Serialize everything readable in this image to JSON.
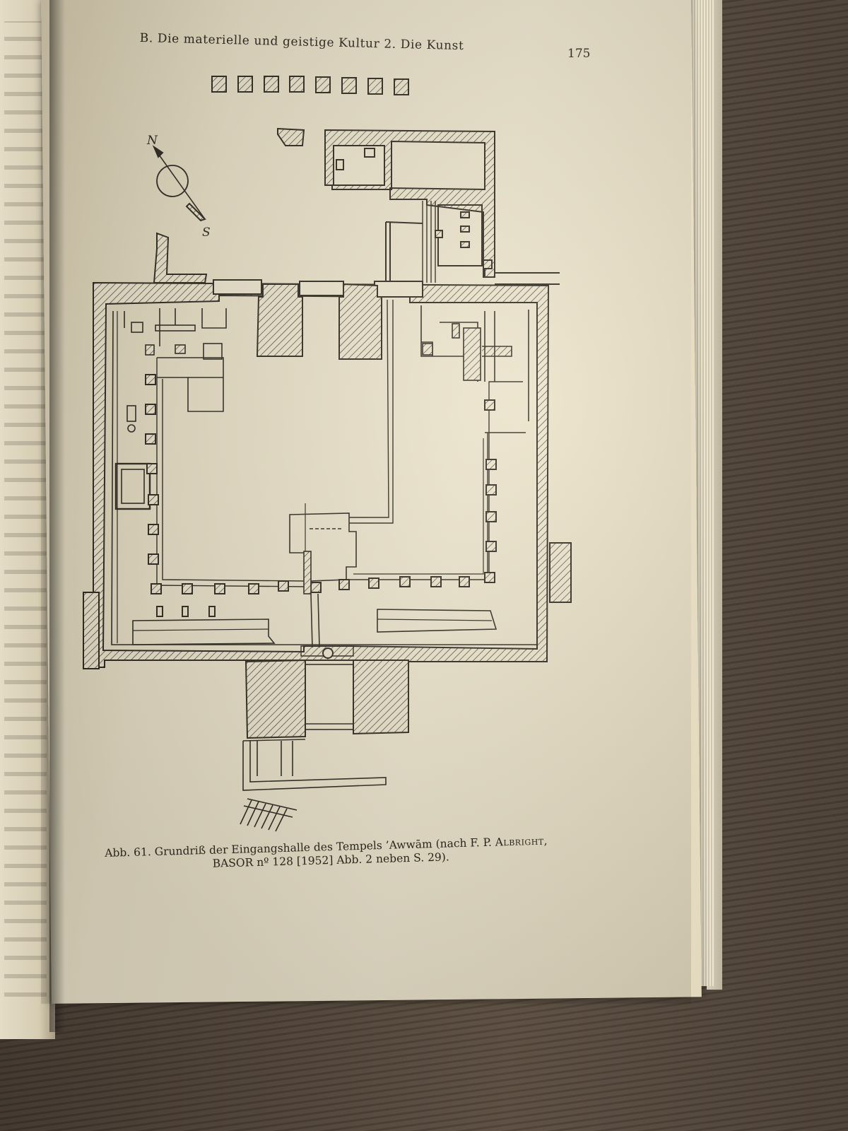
{
  "running_head": "B. Die materielle und geistige Kultur 2. Die Kunst",
  "page_number": "175",
  "compass": {
    "north": "N",
    "south": "S"
  },
  "caption": {
    "line1_a": "Abb. 61. Grundriß der Eingangshalle des Tempels ’Awwām (nach F. P. ",
    "line1_author": "Albright",
    "line1_b": ",",
    "line2": "BASOR nº 128 [1952] Abb. 2 neben S. 29)."
  }
}
